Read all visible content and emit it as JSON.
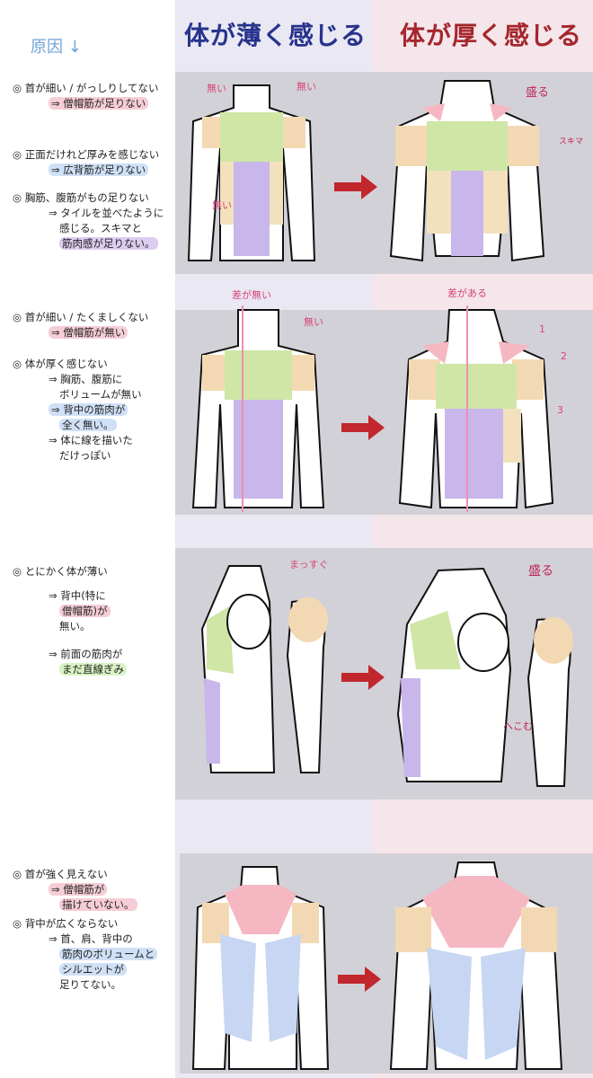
{
  "headers": {
    "cause": "原因",
    "thin": "体が薄く感じる",
    "thick": "体が厚く感じる"
  },
  "colors": {
    "thin_title": "#27338c",
    "thick_title": "#a5262c",
    "arrow": "#c1272d",
    "annotation": "#d8457a"
  },
  "sections": [
    {
      "notes": [
        {
          "text": "◎ 首が細い / がっしりしてない",
          "style": ""
        },
        {
          "text": "⇒ 僧帽筋が足りない",
          "style": "pink",
          "indent": 1
        },
        {
          "text": "◎ 正面だけれど厚みを感じない",
          "style": ""
        },
        {
          "text": "⇒ 広背筋が足りない",
          "style": "blue",
          "indent": 1
        },
        {
          "text": "◎ 胸筋、腹筋がもの足りない",
          "style": ""
        },
        {
          "text": "⇒ タイルを並べたように",
          "style": "",
          "indent": 1
        },
        {
          "text": "感じる。スキマと",
          "style": "",
          "indent": 2
        },
        {
          "text": "筋肉感が足りない。",
          "style": "purple",
          "indent": 2
        }
      ],
      "thin_annotations": [
        "無い",
        "無い",
        "無い"
      ],
      "thick_annotations": [
        "盛る",
        "スキマ"
      ]
    },
    {
      "notes": [
        {
          "text": "◎ 首が細い / たくましくない",
          "style": ""
        },
        {
          "text": "⇒ 僧帽筋が無い",
          "style": "pink",
          "indent": 1
        },
        {
          "text": "◎ 体が厚く感じない",
          "style": ""
        },
        {
          "text": "⇒ 胸筋、腹筋に",
          "style": "",
          "indent": 1
        },
        {
          "text": "ボリュームが無い",
          "style": "",
          "indent": 2
        },
        {
          "text": "⇒ 背中の筋肉が",
          "style": "blue",
          "indent": 1
        },
        {
          "text": "全く無い。",
          "style": "blue",
          "indent": 2
        },
        {
          "text": "⇒ 体に線を描いた",
          "style": "",
          "indent": 1
        },
        {
          "text": "だけっぽい",
          "style": "",
          "indent": 2
        }
      ],
      "thin_annotations": [
        "差が無い",
        "無い"
      ],
      "thick_annotations": [
        "差がある",
        "1",
        "2",
        "3"
      ]
    },
    {
      "notes": [
        {
          "text": "◎ とにかく体が薄い",
          "style": ""
        },
        {
          "text": "⇒ 背中(特に",
          "style": "",
          "indent": 1
        },
        {
          "text": "僧帽筋)が",
          "style": "pink",
          "indent": 2
        },
        {
          "text": "無い。",
          "style": "",
          "indent": 2
        },
        {
          "text": "⇒ 前面の筋肉が",
          "style": "",
          "indent": 1
        },
        {
          "text": "まだ直線ぎみ",
          "style": "green",
          "indent": 2
        }
      ],
      "thin_annotations": [
        "まっすぐ"
      ],
      "thick_annotations": [
        "盛る",
        "へこむ"
      ]
    },
    {
      "notes": [
        {
          "text": "◎ 首が強く見えない",
          "style": ""
        },
        {
          "text": "⇒ 僧帽筋が",
          "style": "pink",
          "indent": 1
        },
        {
          "text": "描けていない。",
          "style": "pink",
          "indent": 2
        },
        {
          "text": "◎ 背中が広くならない",
          "style": ""
        },
        {
          "text": "⇒ 首、肩、背中の",
          "style": "",
          "indent": 1
        },
        {
          "text": "筋肉のボリュームと",
          "style": "blue",
          "indent": 2
        },
        {
          "text": "シルエットが",
          "style": "blue",
          "indent": 2
        },
        {
          "text": "足りてない。",
          "style": "",
          "indent": 2
        }
      ],
      "thin_annotations": [],
      "thick_annotations": []
    }
  ]
}
